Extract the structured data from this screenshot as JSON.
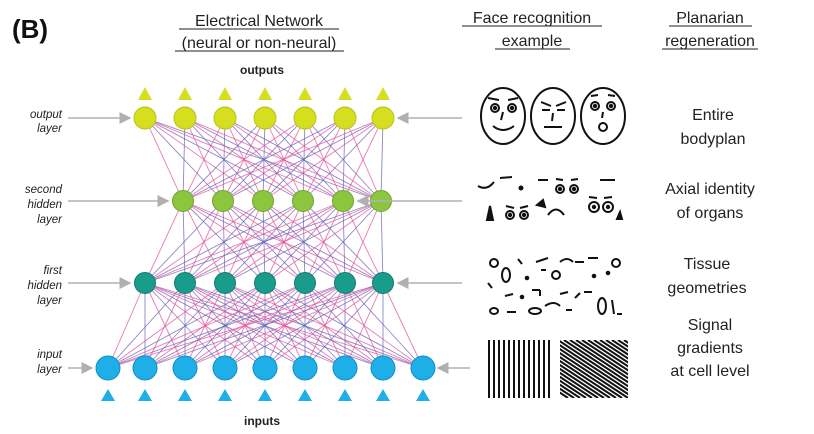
{
  "panel_label": "(B)",
  "headers": {
    "network": [
      "Electrical Network",
      "(neural or non-neural)"
    ],
    "face": [
      "Face recognition",
      "example"
    ],
    "planarian": [
      "Planarian",
      "regeneration"
    ]
  },
  "io_labels": {
    "outputs": "outputs",
    "inputs": "inputs"
  },
  "layers": [
    {
      "label": [
        "output",
        "layer"
      ],
      "nodes": 7,
      "color": "#d6df1f",
      "stroke": "#b8c21a",
      "right_label": [
        "Entire",
        "bodyplan"
      ]
    },
    {
      "label": [
        "second",
        "hidden",
        "layer"
      ],
      "nodes": 6,
      "color": "#8cc63f",
      "stroke": "#6fa52a",
      "right_label": [
        "Axial identity",
        "of organs"
      ]
    },
    {
      "label": [
        "first",
        "hidden",
        "layer"
      ],
      "nodes": 7,
      "color": "#1a9c8c",
      "stroke": "#147c70",
      "right_label": [
        "Tissue",
        "geometries"
      ]
    },
    {
      "label": [
        "input",
        "layer"
      ],
      "nodes": 9,
      "color": "#1eaee8",
      "stroke": "#1590c4",
      "right_label": [
        "Signal",
        "gradients",
        "at cell level"
      ]
    }
  ],
  "colors": {
    "link_pink": "#e0509a",
    "link_purple": "#6a5fb5",
    "arrow_gray": "#b0b0b0"
  }
}
